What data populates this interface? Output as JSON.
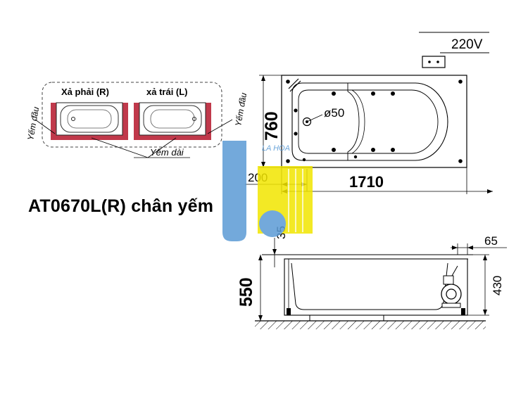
{
  "model_title": "AT0670L(R) chân yếm",
  "inset": {
    "right_drain_label": "Xả phải (R)",
    "left_drain_label": "xả trái (L)",
    "apron_head_left": "Yếm đầu",
    "apron_head_right": "Yếm đầu",
    "apron_long": "Yếm dài",
    "apron_color": "#c0394b"
  },
  "top_view": {
    "power_label": "220V",
    "drain_diameter": "ø50",
    "width_dim": "760",
    "length_dim": "1710",
    "offset_dim": "200",
    "depth_35": "35"
  },
  "side_view": {
    "height_dim": "550",
    "rim_dim": "65",
    "pump_height_dim": "430"
  },
  "watermark": {
    "text": "LA HOA",
    "blue": "#5b9bd5",
    "yellow": "#f2e600"
  }
}
